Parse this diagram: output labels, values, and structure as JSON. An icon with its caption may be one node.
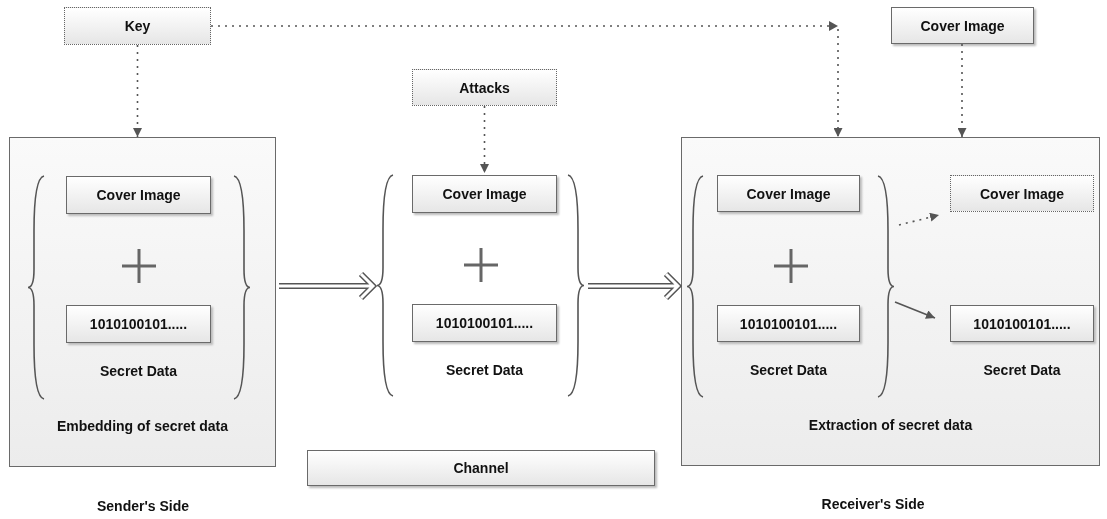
{
  "diagram": {
    "nodes": [
      {
        "text": [
          "Key"
        ]
      },
      {
        "text": [
          "Attacks"
        ]
      },
      {
        "text": [
          "Cover Image"
        ]
      },
      {
        "text": [
          "Embedding of secret data"
        ]
      },
      {
        "text": [],
        "shape": "bracket",
        "in": 3
      },
      {
        "text": [
          "Cover Image"
        ],
        "in": 4
      },
      {
        "text": [
          "1010100101....."
        ],
        "in": 4,
        "beside": [
          "Secret Data"
        ]
      },
      {
        "text": [],
        "shape": "bracket"
      },
      {
        "text": [
          "Cover Image"
        ],
        "in": 7
      },
      {
        "text": [
          "1010100101....."
        ],
        "in": 7,
        "beside": [
          "Secret Data"
        ]
      },
      {
        "text": [
          "Channel"
        ]
      },
      {
        "text": [
          "Extraction of secret data"
        ]
      },
      {
        "text": [],
        "shape": "bracket",
        "in": 11
      },
      {
        "text": [
          "Cover Image"
        ],
        "in": 12
      },
      {
        "text": [
          "1010100101....."
        ],
        "in": 12,
        "beside": [
          "Secret Data"
        ]
      },
      {
        "text": [
          "Cover Image"
        ],
        "in": 11
      },
      {
        "text": [
          "1010100101....."
        ],
        "in": 11,
        "beside": [
          "Secret Data"
        ]
      }
    ],
    "edges": [
      {
        "from": 0,
        "to": 3,
        "arrow": "to",
        "style": "dashed"
      },
      {
        "from": 0,
        "to": 11,
        "arrow": "to",
        "style": "dashed"
      },
      {
        "from": 2,
        "to": 11,
        "arrow": "to",
        "style": "dashed"
      },
      {
        "from": 1,
        "to": 7,
        "arrow": "to",
        "style": "dashed"
      },
      {
        "from": 3,
        "to": 7,
        "arrow": "to",
        "style": "thick"
      },
      {
        "from": 7,
        "to": 11,
        "arrow": "to",
        "style": "thick"
      },
      {
        "from": 12,
        "to": 15,
        "arrow": "to",
        "style": "dashed"
      },
      {
        "from": 12,
        "to": 16,
        "arrow": "to"
      }
    ],
    "labels": [
      "Sender's Side",
      "Receiver's Side"
    ]
  }
}
